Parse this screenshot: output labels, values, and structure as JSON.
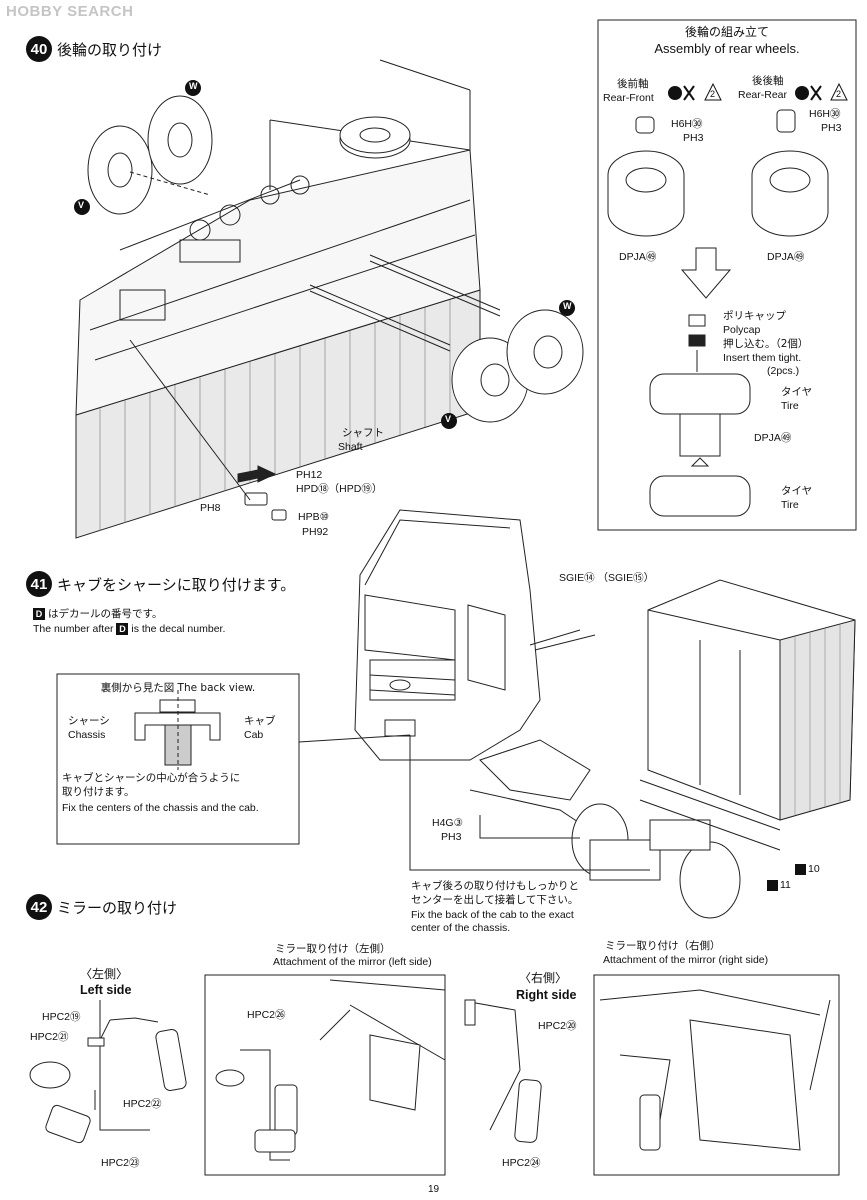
{
  "watermark": "HOBBY SEARCH",
  "page_number": "19",
  "step40": {
    "number": "40",
    "title": "後輪の取り付け",
    "labels": {
      "w_mark_top": "W",
      "v_mark_left": "V",
      "w_mark_right": "W",
      "v_mark_bottom": "V",
      "shaft_ja": "シャフト",
      "shaft_en": "Shaft",
      "ph12": "PH12",
      "hpd": "HPD⑱（HPD⑲）",
      "ph8": "PH8",
      "hpb": "HPB⑩",
      "ph92": "PH92"
    },
    "rear_box": {
      "title_ja": "後輪の組み立て",
      "title_en": "Assembly of rear wheels.",
      "left_head_ja": "後前軸",
      "left_head_en": "Rear-Front",
      "left_qty": "2",
      "right_head_ja": "後後軸",
      "right_head_en": "Rear-Rear",
      "right_qty": "2",
      "h6h_left": "H6H㉚",
      "ph3_left": "PH3",
      "h6h_right": "H6H㉚",
      "ph3_right": "PH3",
      "dpja_left": "DPJA㊾",
      "dpja_right": "DPJA㊾",
      "polycap_ja": "ポリキャップ",
      "polycap_en": "Polycap",
      "press_ja": "押し込む。（2個）",
      "press_en": "Insert them tight.",
      "press_qty_en": "(2pcs.)",
      "tire_ja_1": "タイヤ",
      "tire_en_1": "Tire",
      "dpja_mid": "DPJA㊾",
      "tire_ja_2": "タイヤ",
      "tire_en_2": "Tire"
    }
  },
  "step41": {
    "number": "41",
    "title": "キャブをシャーシに取り付けます。",
    "decal_note_ja": "はデカールの番号です。",
    "decal_note_en_pre": "The number after",
    "decal_note_en_post": "is the decal number.",
    "decal_mark": "D",
    "back_view_box": {
      "title": "裏側から見た図 The back view.",
      "chassis_ja": "シャーシ",
      "chassis_en": "Chassis",
      "cab_ja": "キャブ",
      "cab_en": "Cab",
      "note_ja_1": "キャブとシャーシの中心が合うように",
      "note_ja_2": "取り付けます。",
      "note_en": "Fix the centers of the chassis and the cab."
    },
    "sgie": "SGIE⑭ （SGIE⑮）",
    "h4g": "H4G③",
    "ph3": "PH3",
    "d10": "10",
    "d11": "11",
    "back_note_ja_1": "キャブ後ろの取り付けもしっかりと",
    "back_note_ja_2": "センターを出して接着して下さい。",
    "back_note_en_1": "Fix the back of the cab to the exact",
    "back_note_en_2": "center of the chassis."
  },
  "step42": {
    "number": "42",
    "title": "ミラーの取り付け",
    "left_side_ja": "〈左側〉",
    "left_side_en": "Left side",
    "right_side_ja": "〈右側〉",
    "right_side_en": "Right side",
    "hpc2_19": "HPC2⑲",
    "hpc2_21": "HPC2㉑",
    "hpc2_22": "HPC2㉒",
    "hpc2_23": "HPC2㉓",
    "hpc2_26": "HPC2㉖",
    "hpc2_20": "HPC2⑳",
    "hpc2_24": "HPC2㉔",
    "attach_left_ja": "ミラー取り付け（左側）",
    "attach_left_en": "Attachment of the mirror (left side)",
    "attach_right_ja": "ミラー取り付け（右側）",
    "attach_right_en": "Attachment of the mirror (right side)"
  }
}
